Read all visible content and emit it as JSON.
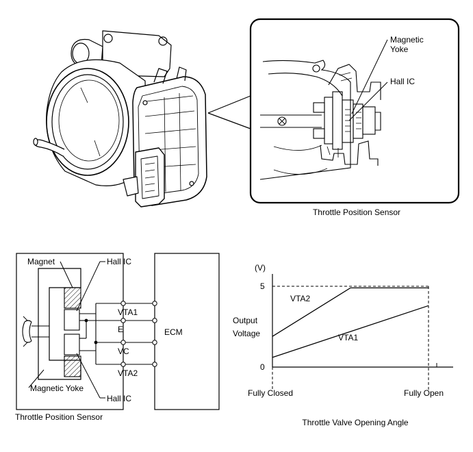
{
  "top_callout": {
    "label_magnetic_yoke_line1": "Magnetic",
    "label_magnetic_yoke_line2": "Yoke",
    "label_hall_ic": "Hall IC",
    "caption": "Throttle Position Sensor"
  },
  "circuit": {
    "label_magnet": "Magnet",
    "label_hall_ic_top": "Hall IC",
    "label_hall_ic_bottom": "Hall IC",
    "label_magnetic_yoke": "Magnetic Yoke",
    "terminals": [
      "VTA1",
      "E",
      "VC",
      "VTA2"
    ],
    "ecm_label": "ECM",
    "caption": "Throttle Position Sensor"
  },
  "graph": {
    "y_unit": "(V)",
    "y_tick_top": "5",
    "y_tick_bottom": "0",
    "ylabel_line1": "Output",
    "ylabel_line2": "Voltage",
    "series": [
      {
        "name": "VTA2",
        "x": [
          0,
          0.5,
          1
        ],
        "y": [
          1.9,
          4.9,
          4.9
        ]
      },
      {
        "name": "VTA1",
        "x": [
          0,
          1
        ],
        "y": [
          0.6,
          3.8
        ]
      }
    ],
    "x_start_label": "Fully Closed",
    "x_end_label": "Fully Open",
    "xlabel": "Throttle Valve Opening Angle",
    "ylim": [
      0,
      5
    ]
  }
}
